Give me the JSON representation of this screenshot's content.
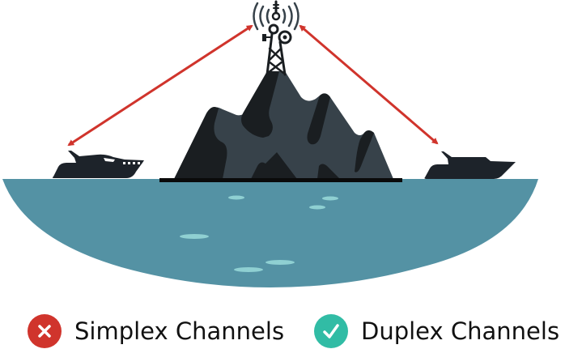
{
  "diagram": {
    "description": "Communication between two boats via a transmission tower on a mountain island",
    "nodes": [
      {
        "id": "boat-left",
        "type": "boat",
        "icon": "yacht-icon"
      },
      {
        "id": "tower",
        "type": "radio-tower",
        "icon": "antenna-tower-icon"
      },
      {
        "id": "boat-right",
        "type": "boat",
        "icon": "yacht-icon"
      }
    ],
    "links": [
      {
        "from": "boat-left",
        "to": "tower",
        "direction": "bidirectional"
      },
      {
        "from": "tower",
        "to": "boat-right",
        "direction": "bidirectional"
      }
    ],
    "scenery": [
      "mountain-island",
      "sea"
    ]
  },
  "colors": {
    "arrow": "#d0342c",
    "sea": "#5492a4",
    "sea_highlight": "#8fd0d2",
    "mountain_light": "#37424a",
    "mountain_dark": "#1a1e21",
    "boat": "#1d232a",
    "simplex_badge": "#d0342c",
    "duplex_badge": "#31bca5"
  },
  "legend": [
    {
      "label": "Simplex Channels",
      "icon": "x-icon",
      "status": "not-applicable"
    },
    {
      "label": "Duplex Channels",
      "icon": "check-icon",
      "status": "applicable"
    }
  ]
}
